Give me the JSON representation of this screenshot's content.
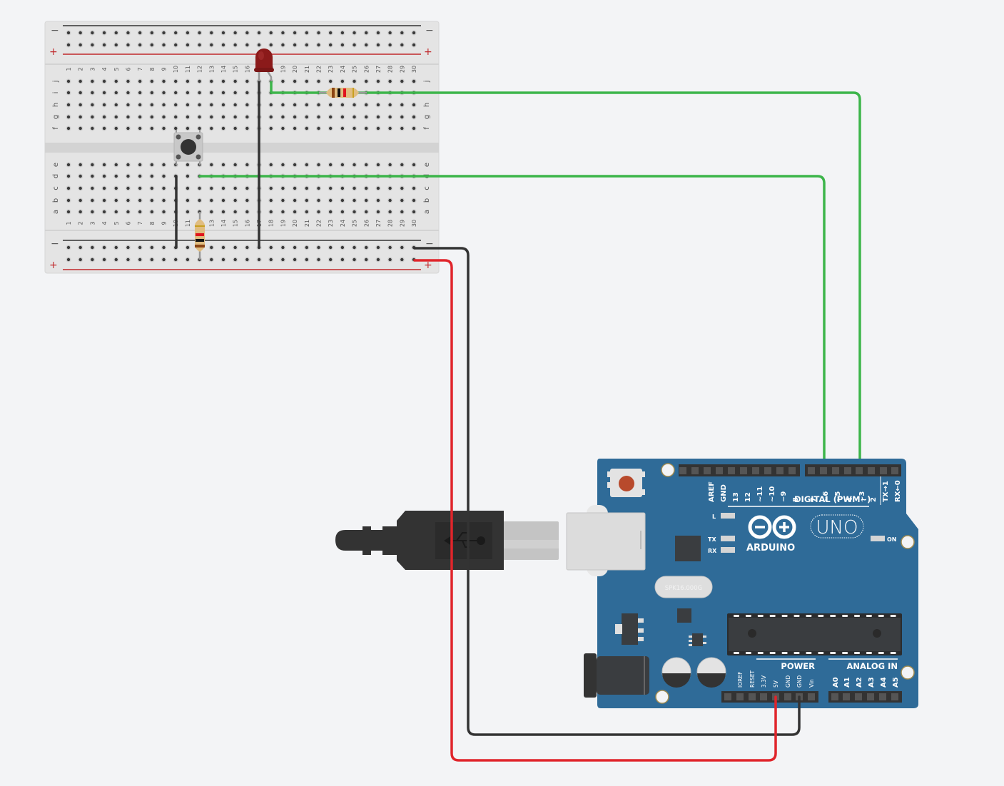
{
  "breadboard": {
    "columns": 30,
    "top_rows": [
      "j",
      "i",
      "h",
      "g",
      "f"
    ],
    "bottom_rows": [
      "e",
      "d",
      "c",
      "b",
      "a"
    ],
    "rail_minus": "−",
    "rail_plus": "+",
    "colors": {
      "board": "#e4e4e4",
      "hole": "#3a3a3a",
      "rail_minus_line": "#333333",
      "rail_plus_line": "#c0282b"
    }
  },
  "components": {
    "led": {
      "color": "#8b1a1a",
      "anode_col": 18,
      "cathode_col": 17,
      "row": "j"
    },
    "resistor_top": {
      "from_col": 22,
      "to_col": 26,
      "row": "i",
      "bands": [
        "#8b4513",
        "#111111",
        "#e0141e",
        "#c8a020"
      ]
    },
    "resistor_bottom": {
      "col": 12,
      "bands": [
        "#c8a020",
        "#e0141e",
        "#111111",
        "#8b4513"
      ]
    },
    "pushbutton": {
      "cols": [
        10,
        12
      ]
    }
  },
  "wires": [
    {
      "name": "led-to-pin3",
      "color": "#3cb54a"
    },
    {
      "name": "button-to-pin6",
      "color": "#3cb54a"
    },
    {
      "name": "gnd-rail",
      "color": "#333333"
    },
    {
      "name": "5v-rail",
      "color": "#e0252b"
    },
    {
      "name": "jumper-col10",
      "color": "#333333"
    },
    {
      "name": "led-cathode-jumper",
      "color": "#333333"
    }
  ],
  "arduino": {
    "board_color": "#2f6b98",
    "brand": "ARDUINO",
    "model": "UNO",
    "digital_label": "DIGITAL (PWM~)",
    "digital_pins": [
      "AREF",
      "GND",
      "13",
      "12",
      "~11",
      "~10",
      "~9",
      "8",
      "7",
      "~6",
      "~5",
      "4",
      "~3",
      "2",
      "TX→1",
      "RX←0"
    ],
    "led_labels": {
      "l": "L",
      "tx": "TX",
      "rx": "RX",
      "on": "ON"
    },
    "crystal": "SPK16.000G",
    "power_label": "POWER",
    "power_pins": [
      "IOREF",
      "RESET",
      "3.3V",
      "5V",
      "GND",
      "GND",
      "Vin"
    ],
    "analog_label": "ANALOG IN",
    "analog_pins": [
      "A0",
      "A1",
      "A2",
      "A3",
      "A4",
      "A5"
    ]
  },
  "usb": {
    "icon": "usb-icon"
  }
}
